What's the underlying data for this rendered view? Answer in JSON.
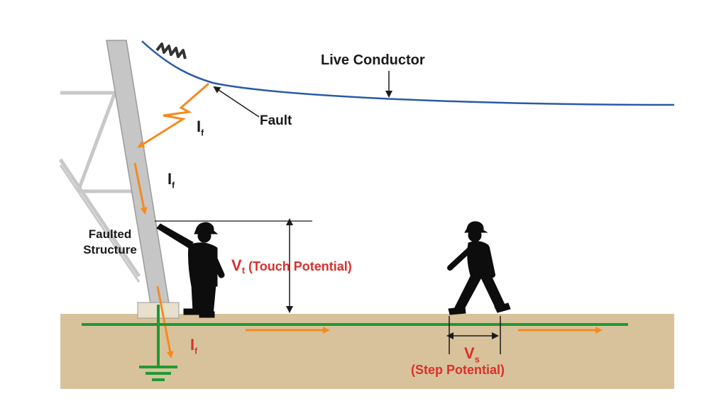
{
  "labels": {
    "live_conductor": "Live Conductor",
    "fault": "Fault",
    "faulted_structure_line1": "Faulted",
    "faulted_structure_line2": "Structure",
    "current_symbol": "I",
    "current_subscript": "f",
    "touch_symbol": "V",
    "touch_subscript": "t",
    "touch_text": "(Touch Potential)",
    "step_symbol": "V",
    "step_subscript": "s",
    "step_text": "(Step Potential)"
  },
  "colors": {
    "conductor": "#2a5aa8",
    "current": "#f58a1f",
    "ground_wire": "#1e9a34",
    "soil": "#d8c29b",
    "tower": "#c4c4c4",
    "accent_text": "#d9302c",
    "silhouette": "#0d0d0d"
  },
  "icons": {
    "ground_symbol": "earth-ground-icon",
    "worker_touching": "worker-silhouette-icon",
    "worker_walking": "walking-worker-silhouette-icon",
    "insulator": "insulator-icon"
  }
}
